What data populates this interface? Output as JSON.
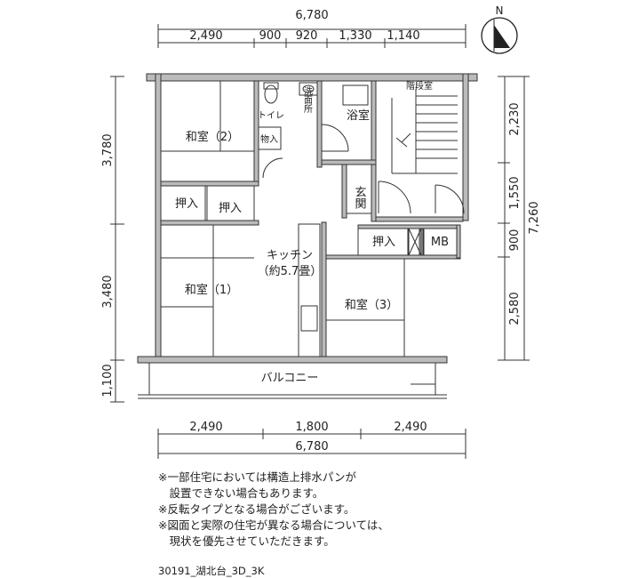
{
  "dimensions": {
    "top_total": "6,780",
    "top_segments": [
      "2,490",
      "900",
      "920",
      "1,330",
      "1,140"
    ],
    "bottom_segments": [
      "2,490",
      "1,800",
      "2,490"
    ],
    "bottom_total": "6,780",
    "left": [
      "3,780",
      "3,480",
      "1,100"
    ],
    "right": [
      "2,230",
      "1,550",
      "900",
      "2,580"
    ],
    "right_total": "7,260"
  },
  "north": "N",
  "rooms": {
    "washitsu2": "和室（2）",
    "washitsu1": "和室（1）",
    "washitsu3": "和室（3）",
    "kitchen": "キッチン",
    "kitchen_size": "（約5.7畳）",
    "bath": "浴室",
    "toilet": "トイレ",
    "wash": "洗面所",
    "storage": "物入",
    "oshiire": "押入",
    "entrance": "玄関",
    "mb": "MB",
    "stairs": "階段室",
    "balcony": "バルコニー"
  },
  "notes": [
    "※一部住宅においては構造上排水パンが",
    "　設置できない場合もあります。",
    "※反転タイプとなる場合がございます。",
    "※図面と実際の住宅が異なる場合については、",
    "　現状を優先させていただきます。"
  ],
  "code": "30191_湖北台_3D_3K"
}
